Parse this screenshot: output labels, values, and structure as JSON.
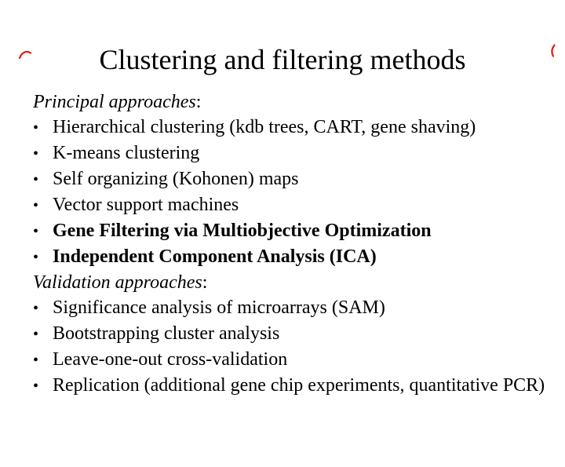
{
  "slide": {
    "title": "Clustering and filtering methods",
    "bullet": "•",
    "sections": [
      {
        "heading": "Principal approaches",
        "colon": ":",
        "items": [
          {
            "text": "Hierarchical clustering (kdb trees, CART, gene shaving)",
            "bold": false
          },
          {
            "text": "K-means clustering",
            "bold": false
          },
          {
            "text": "Self organizing (Kohonen) maps",
            "bold": false
          },
          {
            "text": "Vector support machines",
            "bold": false
          },
          {
            "text": "Gene Filtering via Multiobjective Optimization",
            "bold": true
          },
          {
            "text": "Independent Component Analysis (ICA)",
            "bold": true
          }
        ]
      },
      {
        "heading": "Validation approaches",
        "colon": ":",
        "items": [
          {
            "text": "Significance analysis of microarrays (SAM)",
            "bold": false
          },
          {
            "text": "Bootstrapping cluster analysis",
            "bold": false
          },
          {
            "text": "Leave-one-out cross-validation",
            "bold": false
          },
          {
            "text": "Replication (additional gene chip experiments, quantitative PCR)",
            "bold": false
          }
        ]
      }
    ],
    "colors": {
      "text": "#000000",
      "background": "#ffffff",
      "pen_annotation": "#dd1d12"
    }
  }
}
